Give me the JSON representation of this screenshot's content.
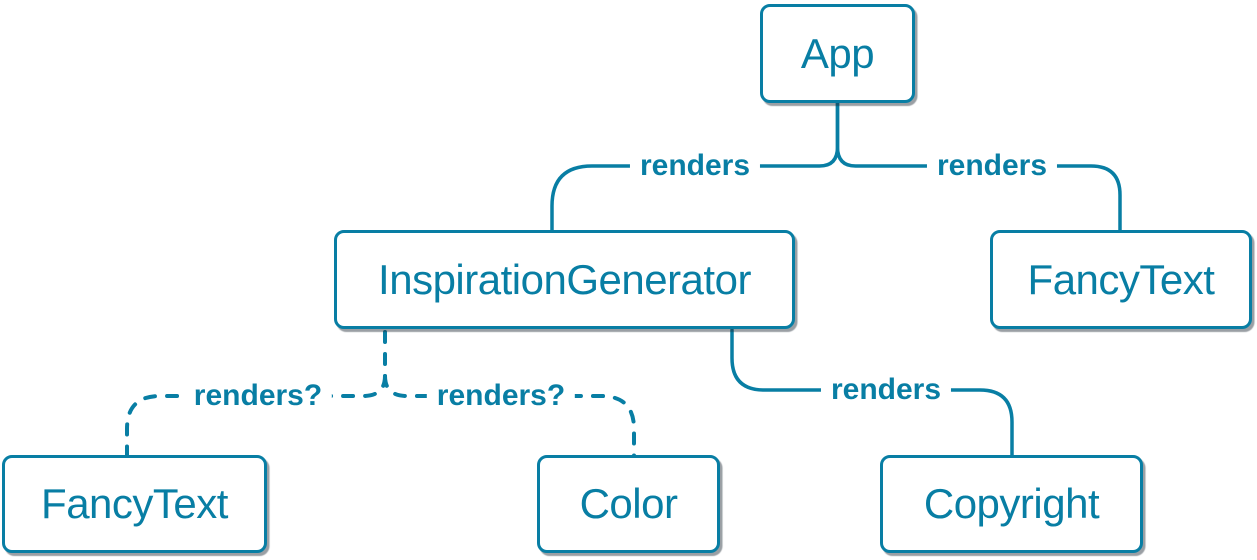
{
  "diagram": {
    "colors": {
      "accent": "#087ea4",
      "node-bg": "#ffffff",
      "page-bg": "#ffffff",
      "shadow": "rgba(31,42,53,0.45)"
    },
    "nodes": [
      {
        "id": "app",
        "label": "App"
      },
      {
        "id": "inspiration-generator",
        "label": "InspirationGenerator"
      },
      {
        "id": "fancy-text-top",
        "label": "FancyText"
      },
      {
        "id": "fancy-text-bottom",
        "label": "FancyText"
      },
      {
        "id": "color",
        "label": "Color"
      },
      {
        "id": "copyright",
        "label": "Copyright"
      }
    ],
    "edges": [
      {
        "from": "App",
        "to": "InspirationGenerator",
        "label": "renders",
        "style": "solid"
      },
      {
        "from": "App",
        "to": "FancyText",
        "label": "renders",
        "style": "solid"
      },
      {
        "from": "InspirationGenerator",
        "to": "FancyText",
        "label": "renders?",
        "style": "dashed"
      },
      {
        "from": "InspirationGenerator",
        "to": "Color",
        "label": "renders?",
        "style": "dashed"
      },
      {
        "from": "InspirationGenerator",
        "to": "Copyright",
        "label": "renders",
        "style": "solid"
      }
    ]
  }
}
